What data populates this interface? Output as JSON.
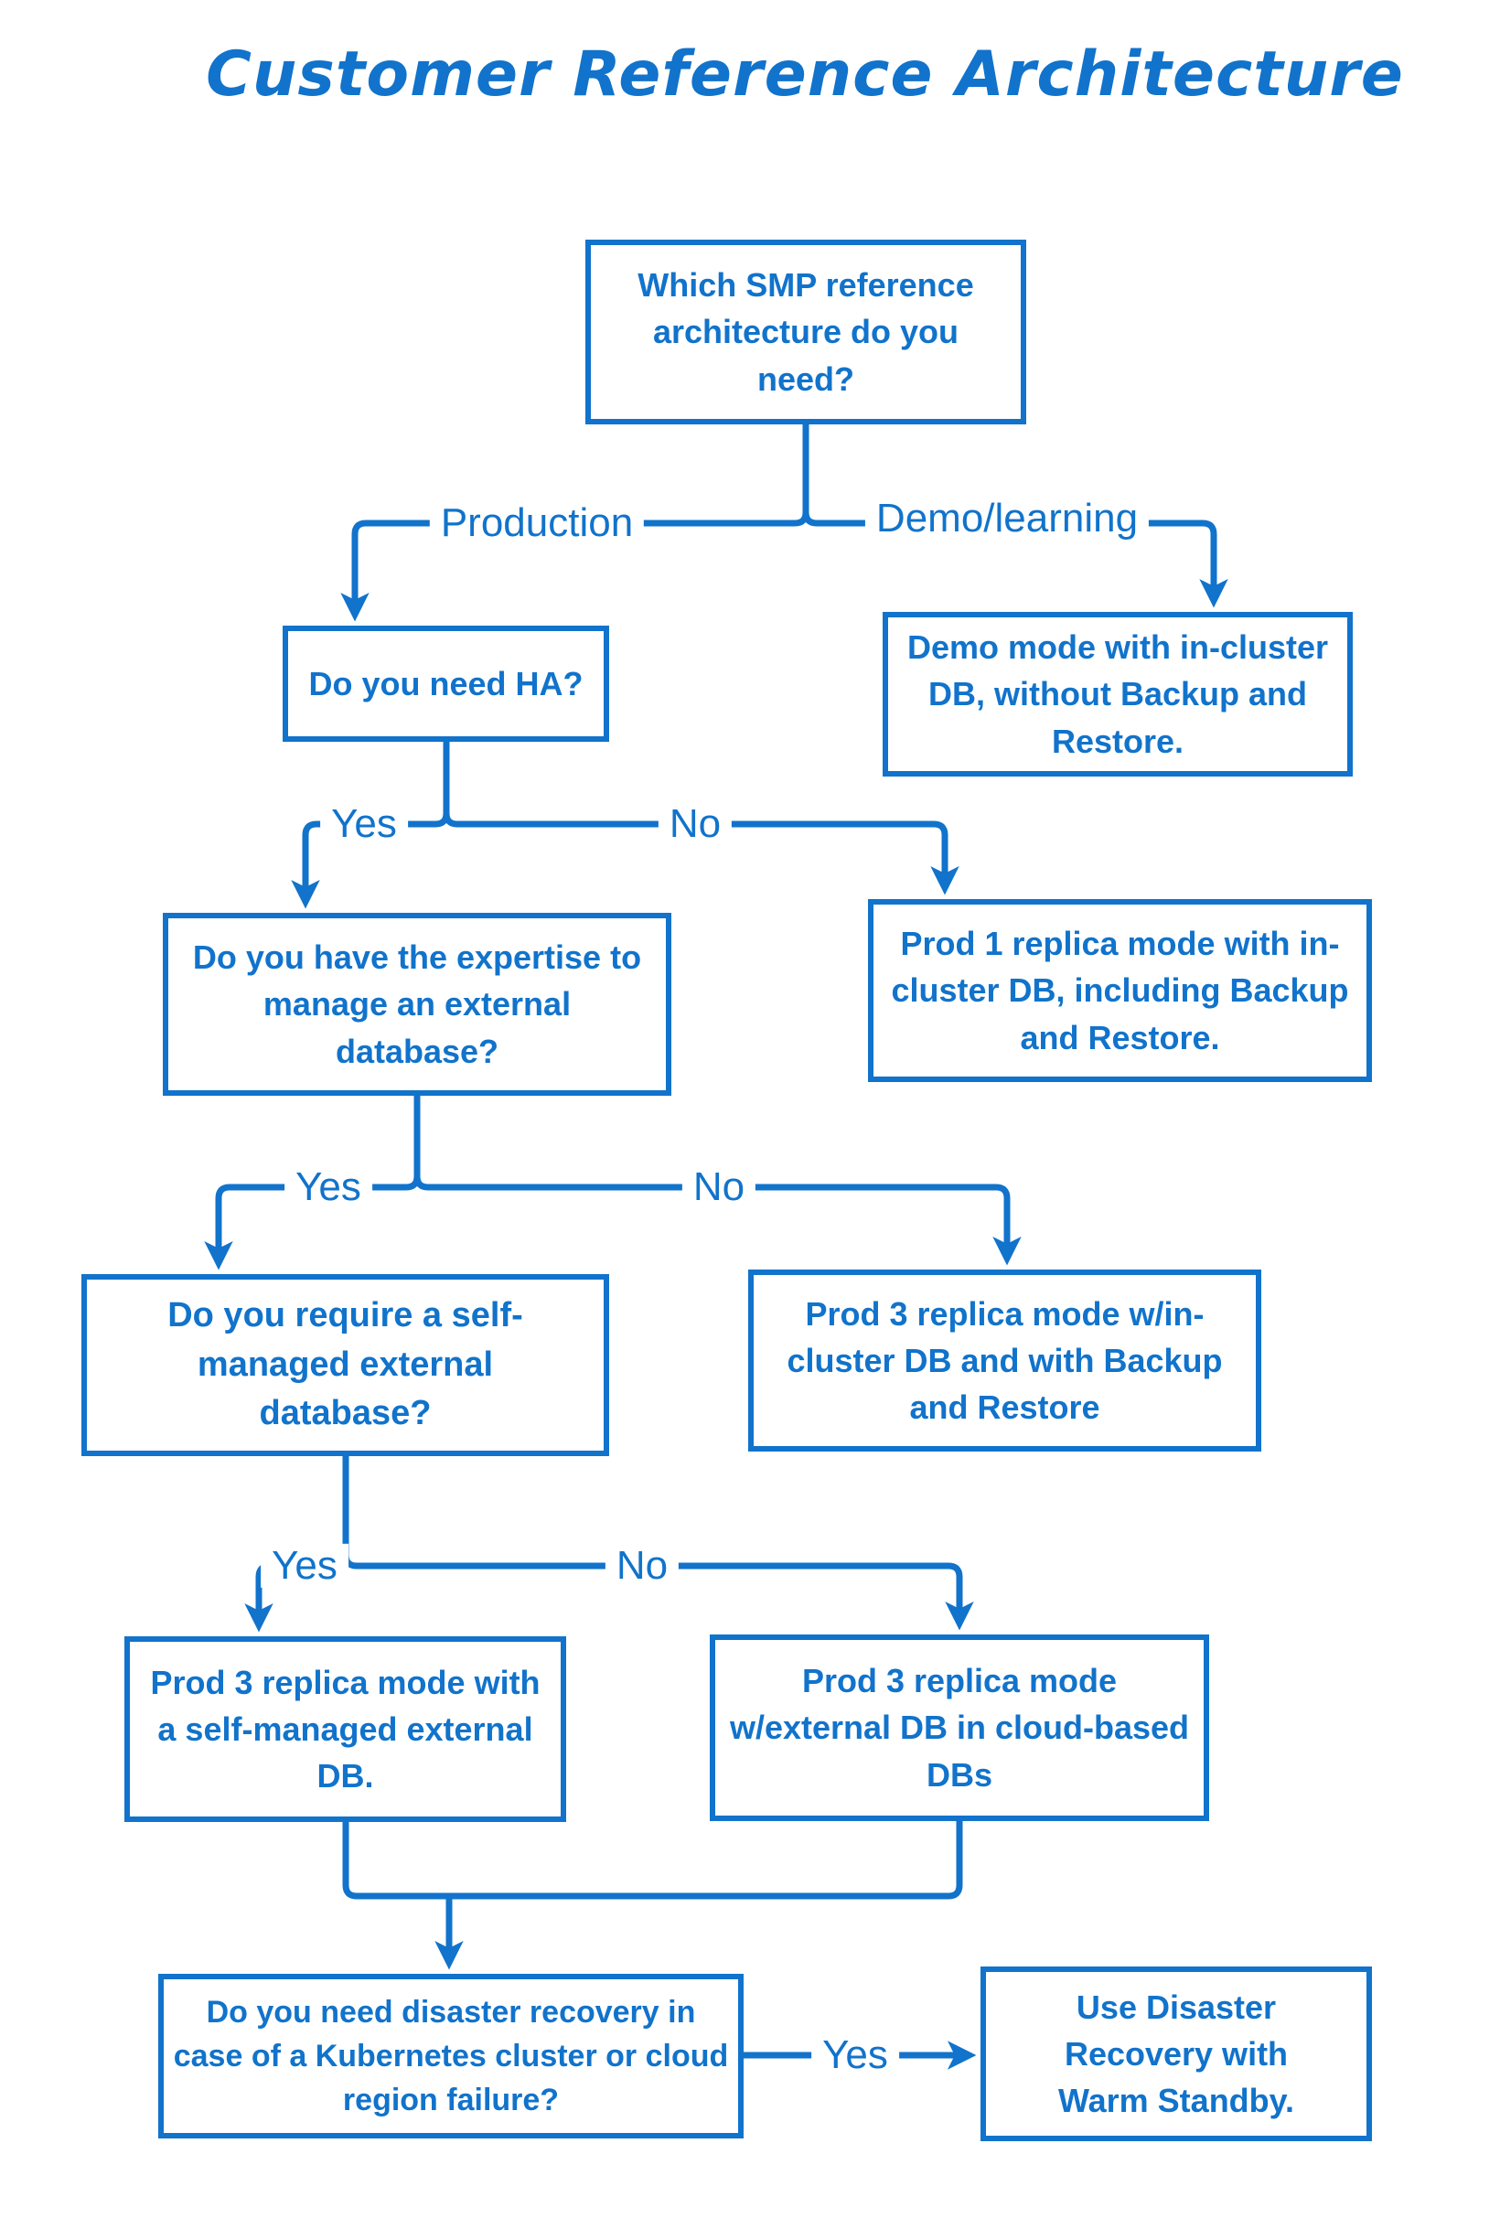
{
  "title": "Customer Reference Architecture",
  "accent_color": "#1173cb",
  "background_color": "#ffffff",
  "nodes": {
    "q_architecture": {
      "text": "Which SMP reference architecture do you need?"
    },
    "r_demo": {
      "text": "Demo mode with in-cluster DB, without Backup and Restore."
    },
    "q_ha": {
      "text": "Do you need HA?"
    },
    "r_prod1_incluster": {
      "text": "Prod 1 replica mode with in-cluster DB, including Backup and Restore."
    },
    "q_expertise": {
      "text": "Do you have the expertise to manage an external database?"
    },
    "r_prod3_incluster": {
      "text": "Prod 3 replica mode w/in-cluster DB and with Backup and Restore"
    },
    "q_self_managed": {
      "text": "Do you require a self-managed external database?"
    },
    "r_prod3_self_managed": {
      "text": "Prod 3 replica mode with a self-managed external DB."
    },
    "r_prod3_cloud": {
      "text": "Prod 3 replica mode w/external DB in cloud-based DBs"
    },
    "q_disaster_recovery": {
      "text": "Do you need disaster recovery in case of a Kubernetes cluster or cloud region failure?"
    },
    "r_warm_standby": {
      "text": "Use Disaster Recovery with Warm Standby."
    }
  },
  "edge_labels": {
    "production": "Production",
    "demo_learning": "Demo/learning",
    "ha_yes": "Yes",
    "ha_no": "No",
    "expertise_yes": "Yes",
    "expertise_no": "No",
    "self_managed_yes": "Yes",
    "self_managed_no": "No",
    "disaster_recovery_yes": "Yes"
  }
}
